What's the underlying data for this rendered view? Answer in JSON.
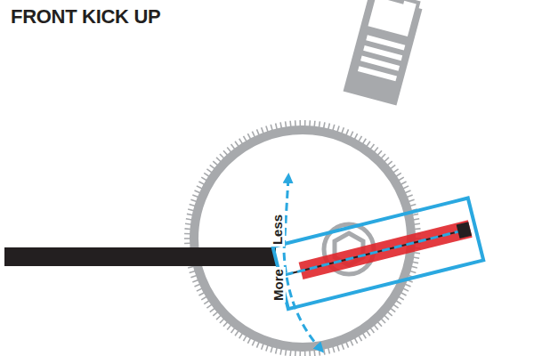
{
  "diagram": {
    "title": "FRONT KICK UP",
    "labels": [
      "Less",
      "More"
    ]
  }
}
